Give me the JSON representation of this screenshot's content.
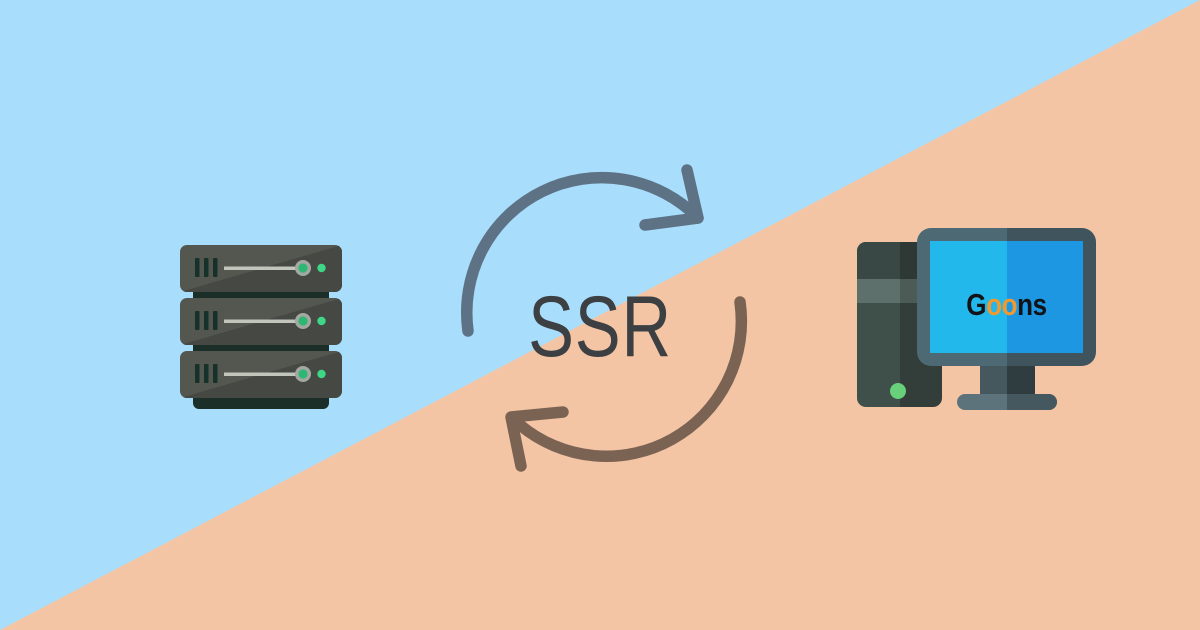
{
  "center": {
    "title": "SSR"
  },
  "monitor": {
    "brand": {
      "part1": "G",
      "part2": "oo",
      "part3": "ns",
      "full": "Goons"
    }
  },
  "icons": {
    "left": "server-stack-icon",
    "center": "sync-cycle-arrows-icon",
    "right": "desktop-computer-icon"
  },
  "colors": {
    "bg_top": "#a8defc",
    "bg_bottom": "#f4c5a5",
    "title_text": "#3c4042",
    "arrow_top": "#5d7285",
    "arrow_bottom": "#7b6354",
    "brand_text": "#101418",
    "brand_accent": "#f0992f",
    "server_led_green": "#3ed787",
    "screen_blue_left": "#22b8eb",
    "screen_blue_right": "#1e97e2"
  }
}
